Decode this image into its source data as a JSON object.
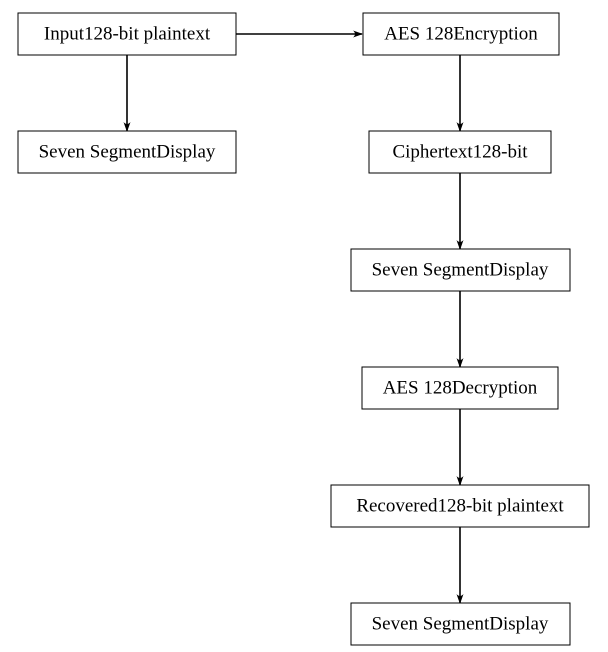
{
  "diagram": {
    "nodes": {
      "input_plaintext": {
        "label": "Input128-bit plaintext"
      },
      "display_input": {
        "label": "Seven SegmentDisplay"
      },
      "aes_encryption": {
        "label": "AES 128Encryption"
      },
      "ciphertext": {
        "label": "Ciphertext128-bit"
      },
      "display_cipher": {
        "label": "Seven SegmentDisplay"
      },
      "aes_decryption": {
        "label": "AES 128Decryption"
      },
      "recovered_plaintext": {
        "label": "Recovered128-bit plaintext"
      },
      "display_recovered": {
        "label": "Seven SegmentDisplay"
      }
    },
    "edges": [
      {
        "from": "input_plaintext",
        "to": "aes_encryption"
      },
      {
        "from": "input_plaintext",
        "to": "display_input"
      },
      {
        "from": "aes_encryption",
        "to": "ciphertext"
      },
      {
        "from": "ciphertext",
        "to": "display_cipher"
      },
      {
        "from": "display_cipher",
        "to": "aes_decryption"
      },
      {
        "from": "aes_decryption",
        "to": "recovered_plaintext"
      },
      {
        "from": "recovered_plaintext",
        "to": "display_recovered"
      }
    ],
    "colors": {
      "stroke": "#000000",
      "fill": "#ffffff"
    }
  }
}
